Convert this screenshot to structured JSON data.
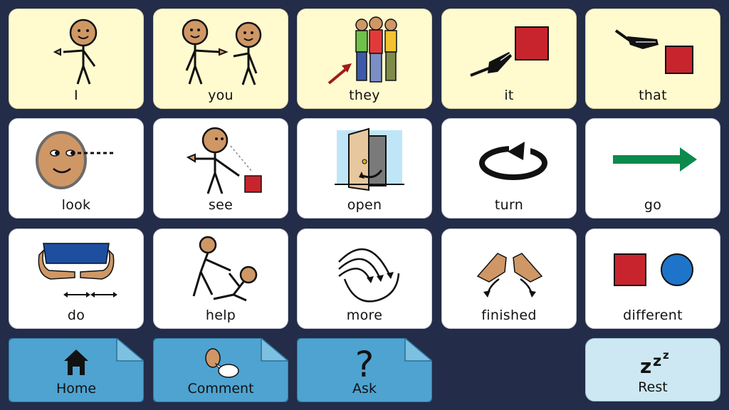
{
  "board": {
    "rows": [
      [
        {
          "label": "I",
          "icon": "pointing-self-icon",
          "color": "yellow"
        },
        {
          "label": "you",
          "icon": "pointing-other-icon",
          "color": "yellow"
        },
        {
          "label": "they",
          "icon": "group-of-people-icon",
          "color": "yellow"
        },
        {
          "label": "it",
          "icon": "point-at-square-icon",
          "color": "yellow"
        },
        {
          "label": "that",
          "icon": "point-at-far-square-icon",
          "color": "yellow"
        }
      ],
      [
        {
          "label": "look",
          "icon": "eyes-looking-icon",
          "color": "white"
        },
        {
          "label": "see",
          "icon": "person-seeing-icon",
          "color": "white"
        },
        {
          "label": "open",
          "icon": "open-door-icon",
          "color": "white"
        },
        {
          "label": "turn",
          "icon": "turn-arrow-icon",
          "color": "white"
        },
        {
          "label": "go",
          "icon": "green-arrow-icon",
          "color": "white"
        }
      ],
      [
        {
          "label": "do",
          "icon": "hands-doing-icon",
          "color": "white"
        },
        {
          "label": "help",
          "icon": "person-helping-icon",
          "color": "white"
        },
        {
          "label": "more",
          "icon": "more-arrows-icon",
          "color": "white"
        },
        {
          "label": "finished",
          "icon": "hands-finished-icon",
          "color": "white"
        },
        {
          "label": "different",
          "icon": "square-and-circle-icon",
          "color": "white"
        }
      ]
    ]
  },
  "nav": {
    "home": {
      "label": "Home",
      "icon": "home-icon"
    },
    "comment": {
      "label": "Comment",
      "icon": "comment-icon"
    },
    "ask": {
      "label": "Ask",
      "icon": "question-mark-icon"
    },
    "rest": {
      "label": "Rest",
      "icon": "zzz-icon"
    }
  },
  "colors": {
    "background": "#232c48",
    "yellow_cell": "#fffbcf",
    "white_cell": "#ffffff",
    "folder": "#4ea3d1",
    "rest": "#cde8f2",
    "red": "#c8242d",
    "green": "#0b8a4c",
    "blue": "#1e74c8",
    "skin": "#cf9766"
  }
}
